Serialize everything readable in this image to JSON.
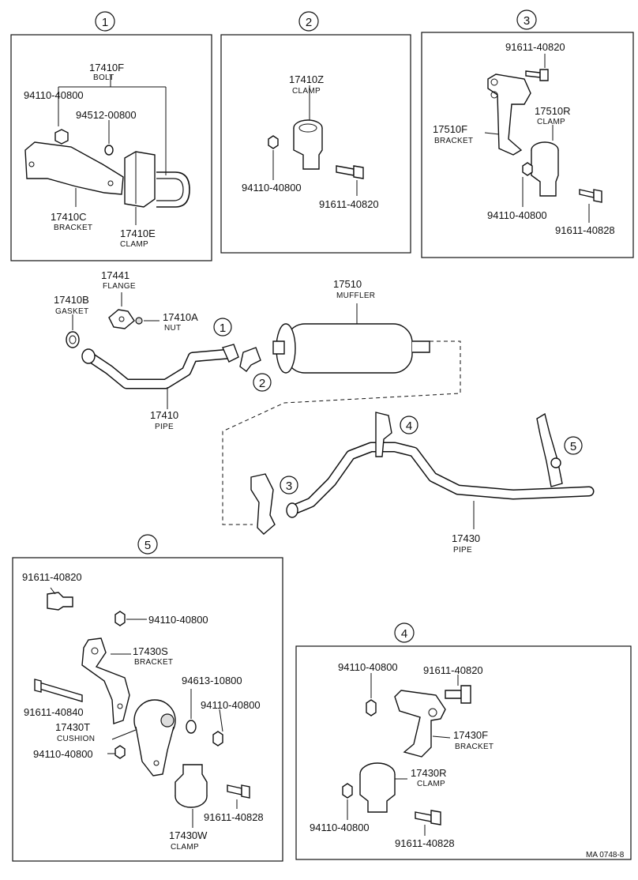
{
  "callouts": {
    "c1": "1",
    "c2": "2",
    "c3": "3",
    "c4": "4",
    "c5": "5"
  },
  "box1": {
    "bolt_no": "17410F",
    "bolt_name": "BOLT",
    "nut_no": "94110-40800",
    "washer_no": "94512-00800",
    "bracket_no": "17410C",
    "bracket_name": "BRACKET",
    "clamp_no": "17410E",
    "clamp_name": "CLAMP"
  },
  "box2": {
    "clamp_no": "17410Z",
    "clamp_name": "CLAMP",
    "nut_no": "94110-40800",
    "bolt_no": "91611-40820"
  },
  "box3": {
    "bolt_top_no": "91611-40820",
    "clamp_no": "17510R",
    "clamp_name": "CLAMP",
    "bracket_no": "17510F",
    "bracket_name": "BRACKET",
    "nut_no": "94110-40800",
    "bolt_no": "91611-40828"
  },
  "main": {
    "flange_no": "17441",
    "flange_name": "FLANGE",
    "gasket_no": "17410B",
    "gasket_name": "GASKET",
    "nut_no": "17410A",
    "nut_name": "NUT",
    "muffler_no": "17510",
    "muffler_name": "MUFFLER",
    "pipe_front_no": "17410",
    "pipe_front_name": "PIPE",
    "pipe_rear_no": "17430",
    "pipe_rear_name": "PIPE"
  },
  "box5": {
    "bolt_top_no": "91611-40820",
    "nut_top_no": "94110-40800",
    "bracket_no": "17430S",
    "bracket_name": "BRACKET",
    "washer_no": "94613-10800",
    "nut_mid_no": "94110-40800",
    "bolt_long_no": "91611-40840",
    "cushion_no": "17430T",
    "cushion_name": "CUSHION",
    "nut_low_no": "94110-40800",
    "bolt_low_no": "91611-40828",
    "clamp_no": "17430W",
    "clamp_name": "CLAMP"
  },
  "box4": {
    "nut_top_no": "94110-40800",
    "bolt_top_no": "91611-40820",
    "bracket_no": "17430F",
    "bracket_name": "BRACKET",
    "clamp_no": "17430R",
    "clamp_name": "CLAMP",
    "nut_low_no": "94110-40800",
    "bolt_low_no": "91611-40828"
  },
  "footer": {
    "ref_code": "MA 0748-8"
  }
}
